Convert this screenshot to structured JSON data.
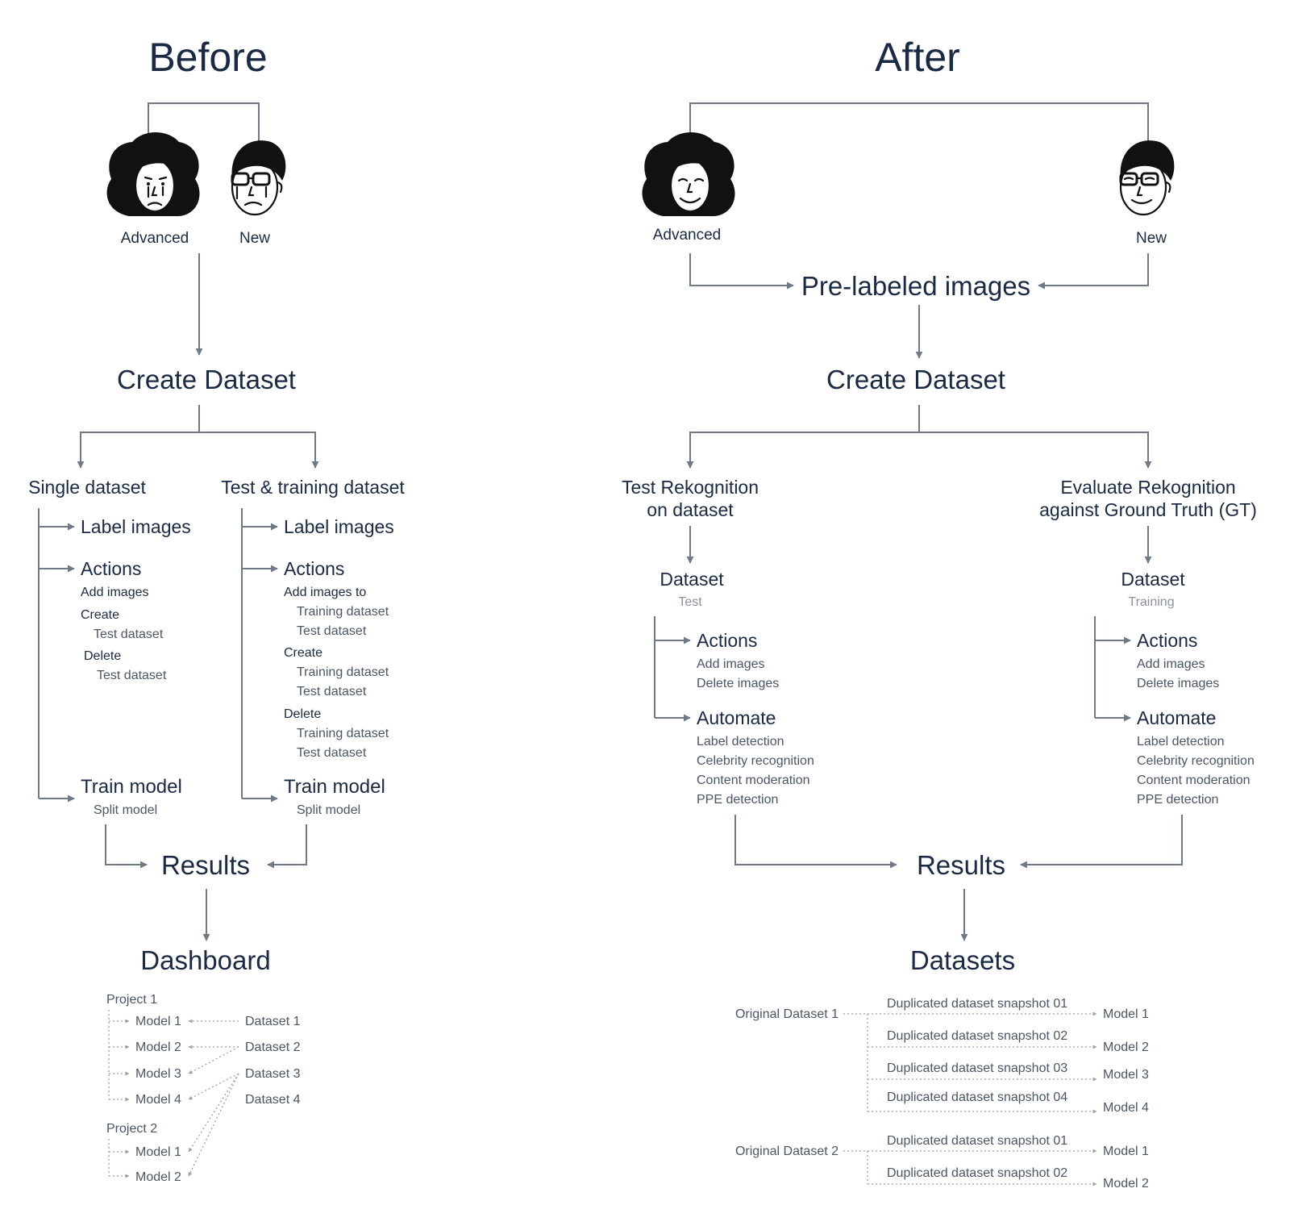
{
  "before": {
    "title": "Before",
    "personas": {
      "advanced": "Advanced",
      "new": "New"
    },
    "create_dataset": "Create Dataset",
    "single": {
      "heading": "Single dataset",
      "label_images": "Label images",
      "actions": "Actions",
      "add_images": "Add images",
      "create": "Create",
      "create_test": "Test dataset",
      "delete": "Delete",
      "delete_test": "Test dataset",
      "train_model": "Train model",
      "split_model": "Split model"
    },
    "test_training": {
      "heading": "Test & training dataset",
      "label_images": "Label images",
      "actions": "Actions",
      "add_images_to": "Add images to",
      "add_training": "Training dataset",
      "add_test": "Test dataset",
      "create": "Create",
      "create_training": "Training dataset",
      "create_test": "Test dataset",
      "delete": "Delete",
      "delete_training": "Training dataset",
      "delete_test": "Test dataset",
      "train_model": "Train model",
      "split_model": "Split model"
    },
    "results": "Results",
    "dashboard": "Dashboard",
    "projects": [
      {
        "name": "Project 1",
        "models": [
          "Model 1",
          "Model 2",
          "Model 3",
          "Model 4"
        ]
      },
      {
        "name": "Project 2",
        "models": [
          "Model 1",
          "Model 2"
        ]
      }
    ],
    "datasets": [
      "Dataset 1",
      "Dataset 2",
      "Dataset 3",
      "Dataset 4"
    ]
  },
  "after": {
    "title": "After",
    "personas": {
      "advanced": "Advanced",
      "new": "New"
    },
    "prelabeled": "Pre-labeled images",
    "create_dataset": "Create Dataset",
    "test_branch": {
      "heading_line1": "Test Rekognition",
      "heading_line2": "on dataset",
      "dataset": "Dataset",
      "dataset_sub": "Test",
      "actions": "Actions",
      "action_items": [
        "Add images",
        "Delete images"
      ],
      "automate": "Automate",
      "automate_items": [
        "Label detection",
        "Celebrity recognition",
        "Content moderation",
        "PPE detection"
      ]
    },
    "eval_branch": {
      "heading_line1": "Evaluate Rekognition",
      "heading_line2": "against Ground Truth (GT)",
      "dataset": "Dataset",
      "dataset_sub": "Training",
      "actions": "Actions",
      "action_items": [
        "Add images",
        "Delete images"
      ],
      "automate": "Automate",
      "automate_items": [
        "Label detection",
        "Celebrity recognition",
        "Content moderation",
        "PPE detection"
      ]
    },
    "results": "Results",
    "datasets_title": "Datasets",
    "originals": [
      {
        "name": "Original Dataset 1",
        "snapshots": [
          "Duplicated dataset snapshot 01",
          "Duplicated dataset snapshot 02",
          "Duplicated dataset snapshot 03",
          "Duplicated dataset snapshot 04"
        ],
        "models": [
          "Model 1",
          "Model 2",
          "Model 3",
          "Model 4"
        ]
      },
      {
        "name": "Original Dataset 2",
        "snapshots": [
          "Duplicated dataset snapshot 01",
          "Duplicated dataset snapshot 02"
        ],
        "models": [
          "Model 1",
          "Model 2"
        ]
      }
    ]
  },
  "colors": {
    "text": "#1a2a44",
    "line": "#6f7a86",
    "muted": "#8a929c"
  }
}
